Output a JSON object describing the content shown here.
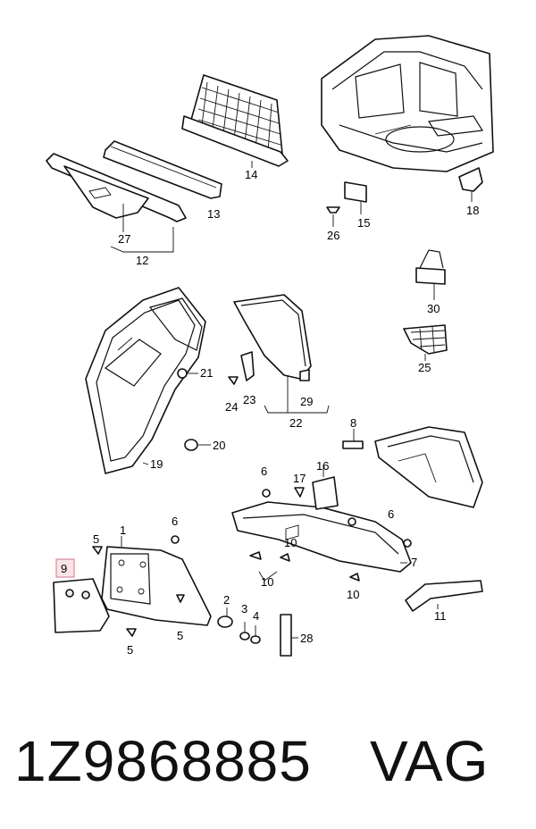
{
  "diagram": {
    "callouts": [
      "1",
      "2",
      "3",
      "4",
      "5",
      "5",
      "5",
      "6",
      "6",
      "6",
      "7",
      "8",
      "9",
      "10",
      "10",
      "10",
      "11",
      "12",
      "13",
      "14",
      "15",
      "16",
      "17",
      "18",
      "19",
      "20",
      "21",
      "22",
      "23",
      "24",
      "25",
      "26",
      "27",
      "28",
      "29",
      "30"
    ]
  },
  "caption": {
    "part_number": "1Z9868885",
    "brand": "VAG"
  },
  "colors": {
    "highlight": "#d98a9a",
    "line": "#111111"
  }
}
